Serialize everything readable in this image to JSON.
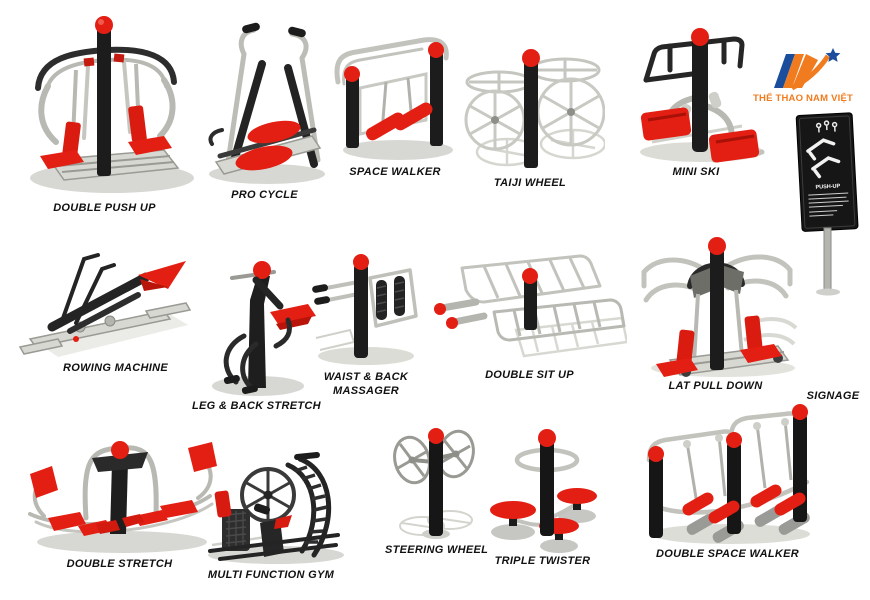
{
  "brand": {
    "name": "THỂ THAO NAM VIỆT",
    "mark": "NV",
    "mark_icons": [
      "nv-monogram-icon",
      "star-icon"
    ],
    "colors": {
      "blue": "#1a4e9d",
      "orange": "#f07c1f"
    }
  },
  "signage": {
    "label": "SIGNAGE",
    "board_title": "PUSH-UP",
    "board_icons": [
      "pushup-figure-icon",
      "brand-emblem-icon"
    ]
  },
  "equipment": [
    {
      "id": "double-push-up",
      "label": "DOUBLE PUSH UP"
    },
    {
      "id": "pro-cycle",
      "label": "PRO CYCLE"
    },
    {
      "id": "space-walker",
      "label": "SPACE WALKER"
    },
    {
      "id": "taiji-wheel",
      "label": "TAIJI WHEEL"
    },
    {
      "id": "mini-ski",
      "label": "MINI SKI"
    },
    {
      "id": "rowing-machine",
      "label": "ROWING MACHINE"
    },
    {
      "id": "leg-back-stretch",
      "label": "LEG & BACK STRETCH"
    },
    {
      "id": "waist-back-massager",
      "label": "WAIST & BACK MASSAGER"
    },
    {
      "id": "double-sit-up",
      "label": "DOUBLE SIT UP"
    },
    {
      "id": "lat-pull-down",
      "label": "LAT PULL DOWN"
    },
    {
      "id": "double-stretch",
      "label": "DOUBLE STRETCH"
    },
    {
      "id": "multi-function-gym",
      "label": "MULTI FUNCTION GYM"
    },
    {
      "id": "steering-wheel",
      "label": "STEERING WHEEL"
    },
    {
      "id": "triple-twister",
      "label": "TRIPLE TWISTER"
    },
    {
      "id": "double-space-walker",
      "label": "DOUBLE SPACE WALKER"
    }
  ],
  "palette": {
    "red": "#e31e12",
    "black": "#1c1c1c",
    "metal": "#c0c0ba",
    "metal_light": "#d8d8d2",
    "shadow": "#d7d7d3"
  }
}
